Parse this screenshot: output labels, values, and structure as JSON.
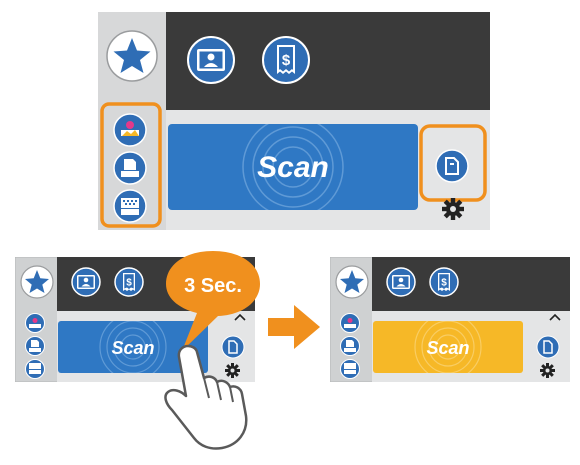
{
  "colors": {
    "panel_gray": "#cfd1d2",
    "dark_bar": "#3a3a3a",
    "button_blue": "#2f78c4",
    "icon_blue": "#2f6db5",
    "highlight_orange": "#f0901e",
    "scan_yellow": "#f6b827",
    "arrow_orange": "#f0901e"
  },
  "icons": {
    "favorite": "star-icon",
    "card": "id-card-icon",
    "receipt": "receipt-icon",
    "photo": "photo-icon",
    "document": "document-icon",
    "business_card": "business-card-icon",
    "feed": "paper-feed-icon",
    "settings": "gear-icon",
    "collapse": "chevron-up-icon",
    "hand": "pointing-hand-icon",
    "arrow": "arrow-right-icon"
  },
  "main": {
    "scan_label": "Scan"
  },
  "before": {
    "scan_label": "Scan"
  },
  "after": {
    "scan_label": "Scan"
  },
  "callout": {
    "text": "3 Sec."
  }
}
